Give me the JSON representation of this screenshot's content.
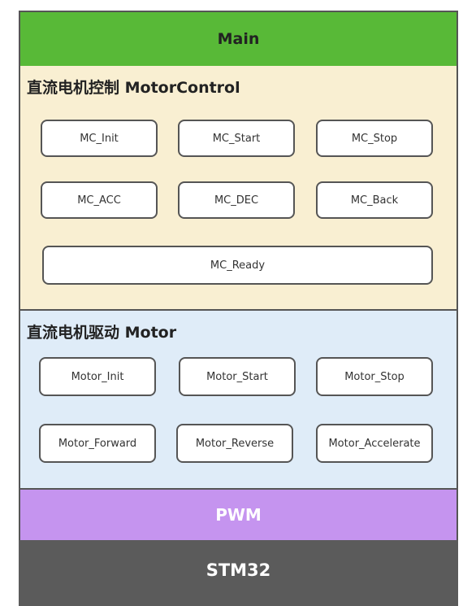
{
  "main": {
    "label": "Main"
  },
  "motor_control": {
    "title": "直流电机控制 MotorControl",
    "modules": [
      "MC_Init",
      "MC_Start",
      "MC_Stop",
      "MC_ACC",
      "MC_DEC",
      "MC_Back",
      "MC_Ready"
    ]
  },
  "motor": {
    "title": "直流电机驱动 Motor",
    "modules": [
      "Motor_Init",
      "Motor_Start",
      "Motor_Stop",
      "Motor_Forward",
      "Motor_Reverse",
      "Motor_Accelerate"
    ]
  },
  "pwm": {
    "label": "PWM"
  },
  "stm32": {
    "label": "STM32"
  },
  "colors": {
    "main": "#58b937",
    "motor_control_bg": "#f9efd2",
    "motor_bg": "#dfecf8",
    "pwm": "#c594ef",
    "stm32": "#5b5b5b"
  }
}
